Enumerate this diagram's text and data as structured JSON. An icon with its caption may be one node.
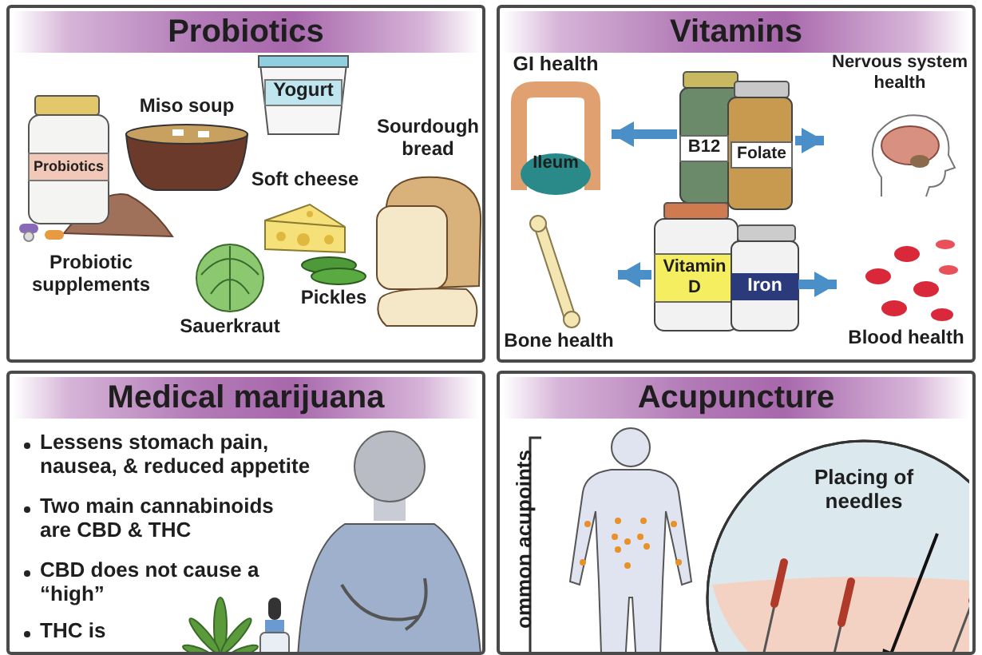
{
  "diagram": {
    "nodes": [
      {
        "text": [
          "Probiotics"
        ]
      },
      {
        "text": [
          "Probiotics",
          "Probiotic supplements"
        ],
        "in": 0
      },
      {
        "text": [
          "Miso soup"
        ],
        "in": 0
      },
      {
        "text": [
          "Yogurt"
        ],
        "in": 0
      },
      {
        "text": [
          "Sourdough bread"
        ],
        "in": 0
      },
      {
        "text": [
          "Soft cheese"
        ],
        "in": 0
      },
      {
        "text": [
          "Pickles"
        ],
        "in": 0
      },
      {
        "text": [
          "Sauerkraut"
        ],
        "in": 0
      },
      {
        "text": [
          "Vitamins"
        ]
      },
      {
        "text": [
          "GI health",
          "Ileum"
        ],
        "in": 8
      },
      {
        "text": [
          "B12",
          "Folate"
        ],
        "in": 8
      },
      {
        "text": [
          "Nervous system health"
        ],
        "in": 8
      },
      {
        "text": [
          "Vitamin D",
          "Iron"
        ],
        "in": 8
      },
      {
        "text": [
          "Bone health"
        ],
        "in": 8
      },
      {
        "text": [
          "Blood health"
        ],
        "in": 8
      },
      {
        "text": [
          "Medical marijuana",
          "Lessens stomach pain, nausea, & reduced appetite",
          "Two main cannabinoids are CBD & THC",
          "CBD does not cause a “high”",
          "THC is"
        ]
      },
      {
        "text": [
          "Acupuncture"
        ]
      },
      {
        "text": [
          "Placing of needles"
        ]
      }
    ],
    "edges": [
      {
        "from": 10,
        "to": 9,
        "arrow": "to"
      },
      {
        "from": 10,
        "to": 11,
        "arrow": "to"
      },
      {
        "from": 12,
        "to": 13,
        "arrow": "to"
      },
      {
        "from": 12,
        "to": 14,
        "arrow": "to"
      }
    ],
    "labels": [
      "ommon acupoints"
    ]
  }
}
